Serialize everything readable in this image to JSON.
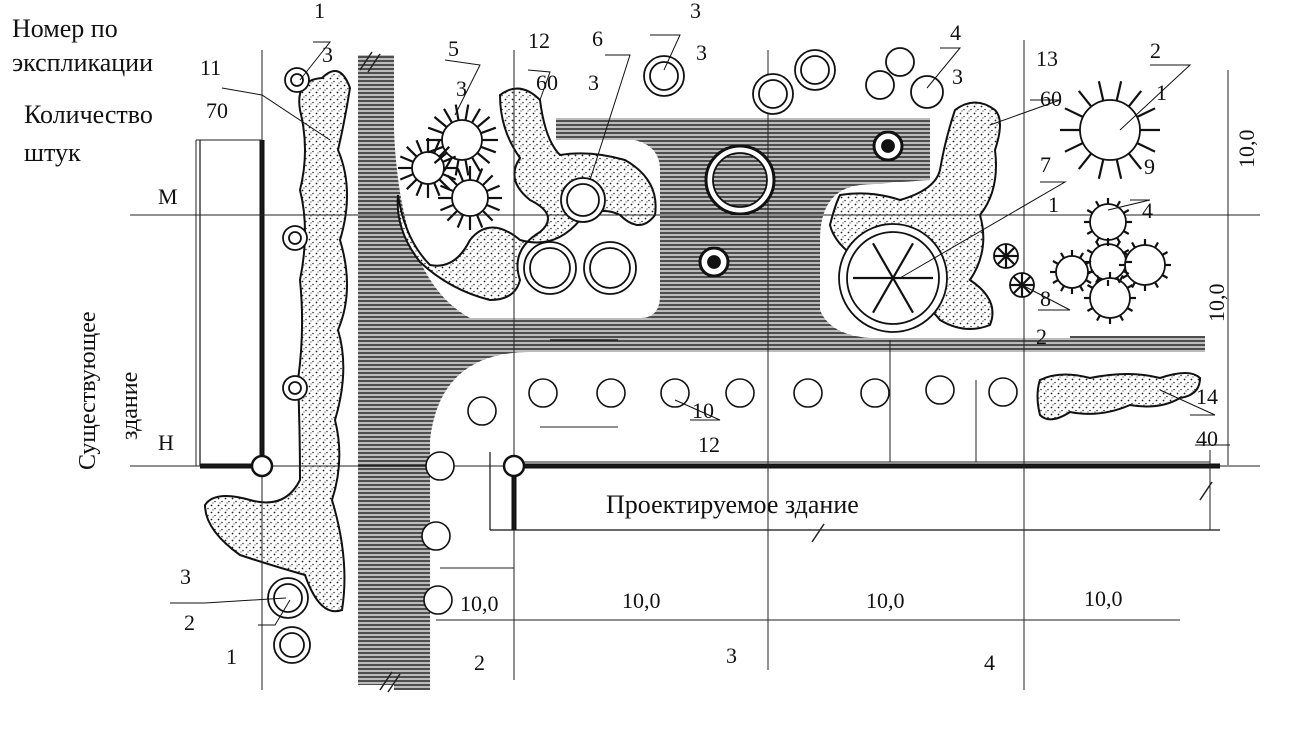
{
  "legend": {
    "item_number": "Номер по",
    "item_number_2": "экспликации",
    "quantity": "Количество",
    "quantity_2": "штук"
  },
  "labels": {
    "existing_building": "Существующее",
    "existing_building_2": "здание",
    "designed_building": "Проектируемое здание",
    "axis_m": "М",
    "axis_h": "Н",
    "axis_1": "1",
    "axis_2": "2",
    "axis_3": "3",
    "axis_4": "4",
    "spacing": "10,0",
    "spacing_b": "10,0",
    "spacing_c": "10,0",
    "spacing_d": "10,0",
    "spacing_v1": "10,0",
    "spacing_v2": "10,0"
  },
  "callouts": {
    "c1_top": "1",
    "c3_top": "3",
    "c11": "11",
    "c70": "70",
    "c5": "5",
    "c3_shrub": "3",
    "c12_top": "12",
    "c60_top": "60",
    "c6": "6",
    "c3_six": "3",
    "c3_tree": "3",
    "c3_tree_qty": "3",
    "c4_top": "4",
    "c3_four": "3",
    "c13": "13",
    "c60_13": "60",
    "c2_top": "2",
    "c1_sun": "1",
    "c9": "9",
    "c4_nine": "4",
    "c7": "7",
    "c1_seven": "1",
    "c8": "8",
    "c2_eight": "2",
    "c10": "10",
    "c12_row": "12",
    "c14": "14",
    "c40": "40",
    "c3_bottom": "3",
    "c2_bottom": "2"
  },
  "colors": {
    "ink": "#111111",
    "paper": "#ffffff"
  }
}
